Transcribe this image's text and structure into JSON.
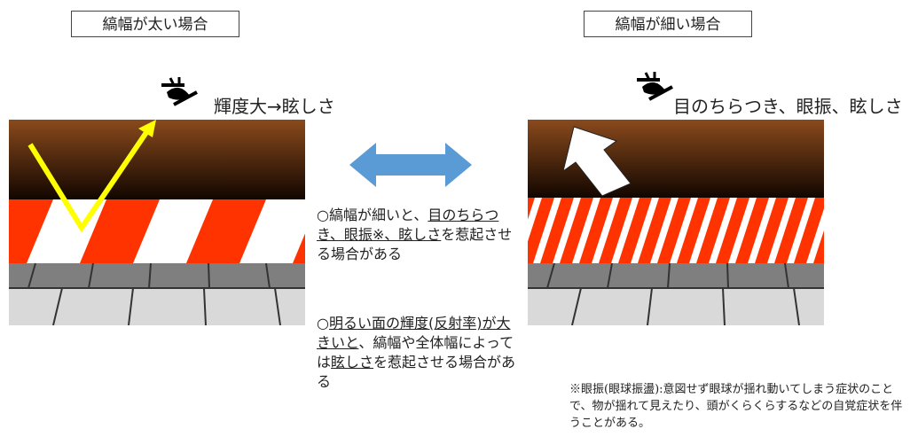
{
  "left_panel": {
    "title": "縞幅が太い場合",
    "caption": "輝度大→眩しさ"
  },
  "right_panel": {
    "title": "縞幅が細い場合",
    "caption": "目のちらつき、眼振、眩しさ"
  },
  "middle": {
    "para1": {
      "mark": "○",
      "t1": "縞幅が細いと、",
      "u1": "目のちらつき、眼振※、眩しさ",
      "t2": "を惹起させる場合がある"
    },
    "para2": {
      "mark": "○",
      "u1": "明るい面の輝度(反射率)が大きいと",
      "t1": "、縞幅や全体幅によっては",
      "u2": "眩しさ",
      "t2": "を惹起させる場合がある"
    }
  },
  "footnote": "※眼振(眼球振盪):意図せず眼球が揺れ動いてしまう症状のことで、物が揺れて見えたり、頭がくらくらするなどの自覚症状を伴うことがある。",
  "colors": {
    "road_dark": "#3a1d08",
    "stripe_red": "#ff3300",
    "curb_gray": "#7f7f7f",
    "sidewalk": "#d9d9d9",
    "arrow_yellow": "#ffff00",
    "double_arrow_blue": "#5b9bd5"
  },
  "icons": [
    "eye-icon",
    "double-arrow-icon",
    "reflection-arrow-icon"
  ]
}
